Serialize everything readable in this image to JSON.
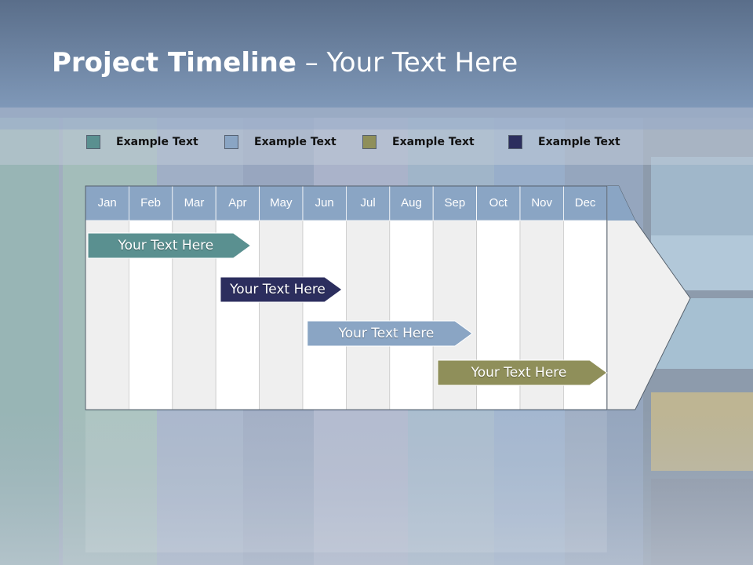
{
  "slide": {
    "title_bold": "Project Timeline",
    "title_rest": " – Your Text Here"
  },
  "legend": [
    {
      "label": "Example Text",
      "color": "#5a9090"
    },
    {
      "label": "Example Text",
      "color": "#8aa5c4"
    },
    {
      "label": "Example Text",
      "color": "#8f8f5a"
    },
    {
      "label": "Example Text",
      "color": "#2c2e5e"
    }
  ],
  "timeline": {
    "months": [
      "Jan",
      "Feb",
      "Mar",
      "Apr",
      "May",
      "Jun",
      "Jul",
      "Aug",
      "Sep",
      "Oct",
      "Nov",
      "Dec"
    ],
    "header_color": "#8aa5c4",
    "tasks": [
      {
        "label": "Your  Text Here",
        "start_month": 0,
        "end_month": 3.8,
        "color": "#5a9090"
      },
      {
        "label": "Your  Text Here",
        "start_month": 3.05,
        "end_month": 5.9,
        "color": "#2c2e5e"
      },
      {
        "label": "Your  Text Here",
        "start_month": 5.05,
        "end_month": 8.9,
        "color": "#8aa5c4"
      },
      {
        "label": "Your  Text Here",
        "start_month": 8.05,
        "end_month": 12.0,
        "color": "#8f8f5a"
      }
    ]
  }
}
